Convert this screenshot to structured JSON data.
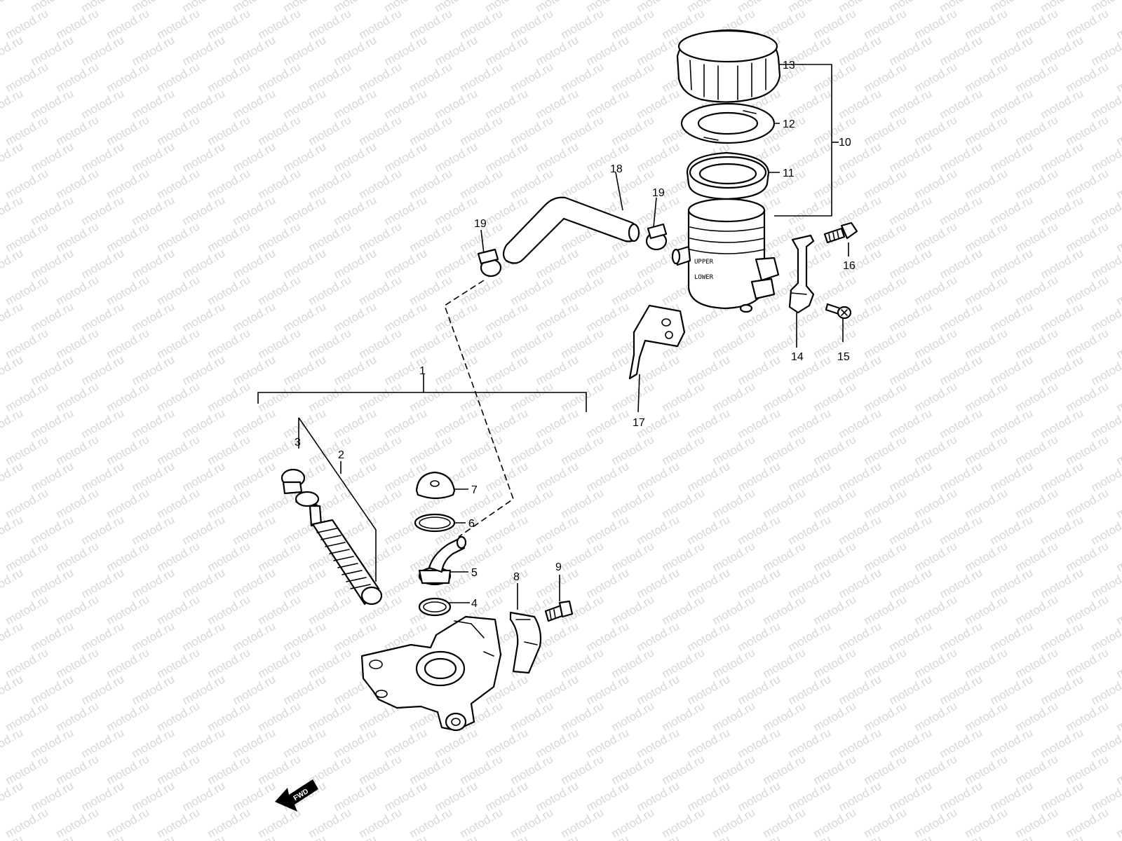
{
  "watermark": {
    "text": "motod.ru",
    "color": "#d6d6d6"
  },
  "direction_arrow": {
    "label": "FWD",
    "icon": "fwd-arrow-icon"
  },
  "reservoir_markings": {
    "upper": "UPPER",
    "lower": "LOWER"
  },
  "callouts": {
    "c1": "1",
    "c2": "2",
    "c3": "3",
    "c4": "4",
    "c5": "5",
    "c6": "6",
    "c7": "7",
    "c8": "8",
    "c9": "9",
    "c10": "10",
    "c11": "11",
    "c12": "12",
    "c13": "13",
    "c14": "14",
    "c15": "15",
    "c16": "16",
    "c17": "17",
    "c18": "18",
    "c19a": "19",
    "c19b": "19"
  }
}
